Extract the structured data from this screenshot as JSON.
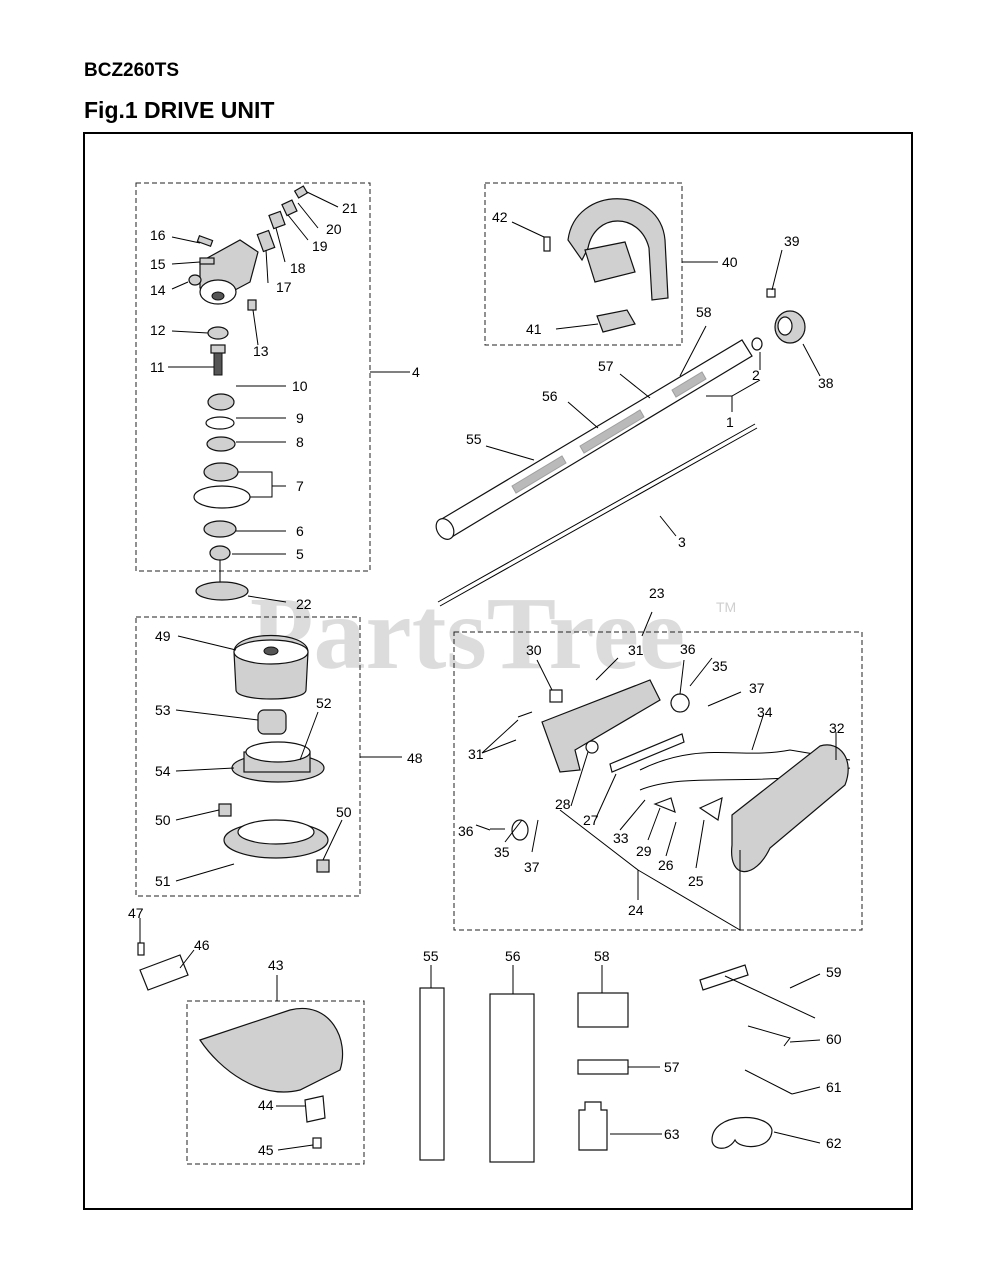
{
  "header": {
    "model": "BCZ260TS",
    "figure_title": "Fig.1 DRIVE UNIT"
  },
  "watermark": {
    "text": "PartsTree",
    "trademark": "TM"
  },
  "part_numbers": {
    "p1": "1",
    "p2": "2",
    "p3": "3",
    "p4": "4",
    "p5": "5",
    "p6": "6",
    "p7": "7",
    "p8": "8",
    "p9": "9",
    "p10": "10",
    "p11": "11",
    "p12": "12",
    "p13": "13",
    "p14": "14",
    "p15": "15",
    "p16": "16",
    "p17": "17",
    "p18": "18",
    "p19": "19",
    "p20": "20",
    "p21": "21",
    "p22": "22",
    "p23": "23",
    "p24": "24",
    "p25": "25",
    "p26": "26",
    "p27": "27",
    "p28": "28",
    "p29": "29",
    "p30": "30",
    "p31": "31",
    "p32": "32",
    "p33": "33",
    "p34": "34",
    "p35": "35",
    "p36": "36",
    "p37": "37",
    "p38": "38",
    "p39": "39",
    "p40": "40",
    "p41": "41",
    "p42": "42",
    "p43": "43",
    "p44": "44",
    "p45": "45",
    "p46": "46",
    "p47": "47",
    "p48": "48",
    "p49": "49",
    "p50": "50",
    "p51": "51",
    "p52": "52",
    "p53": "53",
    "p54": "54",
    "p55": "55",
    "p56": "56",
    "p57": "57",
    "p58": "58",
    "p59": "59",
    "p60": "60",
    "p61": "61",
    "p62": "62",
    "p63": "63"
  }
}
